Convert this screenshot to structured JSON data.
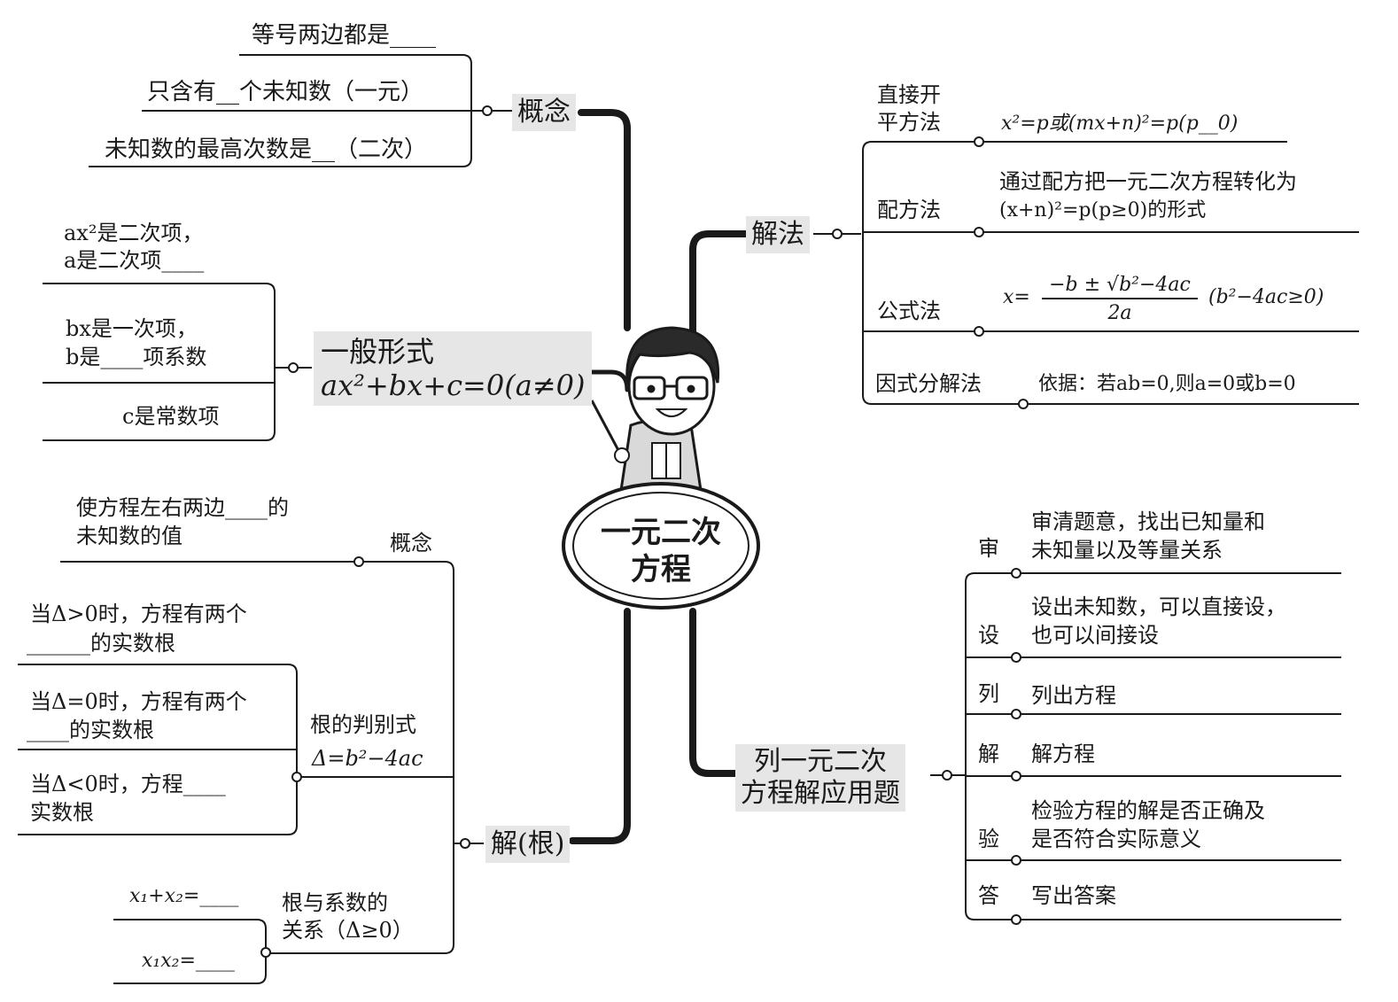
{
  "center": {
    "line1": "一元二次",
    "line2": "方程"
  },
  "concept": {
    "title": "概念",
    "items": [
      "等号两边都是____",
      "只含有__个未知数（一元）",
      "未知数的最高次数是__（二次）"
    ]
  },
  "general_form": {
    "title": "一般形式",
    "formula": "ax²+bx+c=0(a≠0)",
    "items": [
      {
        "line1": "ax²是二次项，",
        "line2": "a是二次项____"
      },
      {
        "line1": "bx是一次项，",
        "line2": "b是____项系数"
      },
      {
        "line1": "c是常数项",
        "line2": ""
      }
    ]
  },
  "roots": {
    "title": "解(根)",
    "concept_label": "概念",
    "concept_text": {
      "line1": "使方程左右两边____的",
      "line2": "未知数的值"
    },
    "discriminant_label": "根的判别式",
    "discriminant_formula": "Δ=b²−4ac",
    "cases": [
      {
        "line1": "当Δ>0时，方程有两个",
        "line2": "______的实数根"
      },
      {
        "line1": "当Δ=0时，方程有两个",
        "line2": "____的实数根"
      },
      {
        "line1": "当Δ<0时，方程____",
        "line2": "实数根"
      }
    ],
    "vieta_label": {
      "line1": "根与系数的",
      "line2": "关系（Δ≥0）"
    },
    "vieta": [
      "x₁+x₂=____",
      "x₁x₂=____"
    ]
  },
  "methods": {
    "title": "解法",
    "items": [
      {
        "name": {
          "line1": "直接开",
          "line2": "平方法"
        },
        "detail": "x²=p或(mx+n)²=p(p__0)"
      },
      {
        "name": {
          "line1": "配方法",
          "line2": ""
        },
        "detail_line1": "通过配方把一元二次方程转化为",
        "detail_line2": "(x+n)²=p(p≥0)的形式"
      },
      {
        "name": {
          "line1": "公式法",
          "line2": ""
        },
        "formula_lhs": "x=",
        "numerator": "−b ± √b²−4ac",
        "denominator": "2a",
        "condition": "(b²−4ac≥0)"
      },
      {
        "name": {
          "line1": "因式分解法",
          "line2": ""
        },
        "detail": "依据：若ab=0,则a=0或b=0"
      }
    ]
  },
  "application": {
    "title_line1": "列一元二次",
    "title_line2": "方程解应用题",
    "steps": [
      {
        "key": "审",
        "line1": "审清题意，找出已知量和",
        "line2": "未知量以及等量关系"
      },
      {
        "key": "设",
        "line1": "设出未知数，可以直接设，",
        "line2": "也可以间接设"
      },
      {
        "key": "列",
        "line1": "列出方程",
        "line2": ""
      },
      {
        "key": "解",
        "line1": "解方程",
        "line2": ""
      },
      {
        "key": "验",
        "line1": "检验方程的解是否正确及",
        "line2": "是否符合实际意义"
      },
      {
        "key": "答",
        "line1": "写出答案",
        "line2": ""
      }
    ]
  },
  "colors": {
    "line": "#1a1a1a",
    "bubble": "#e6e6e6",
    "background": "#ffffff"
  }
}
